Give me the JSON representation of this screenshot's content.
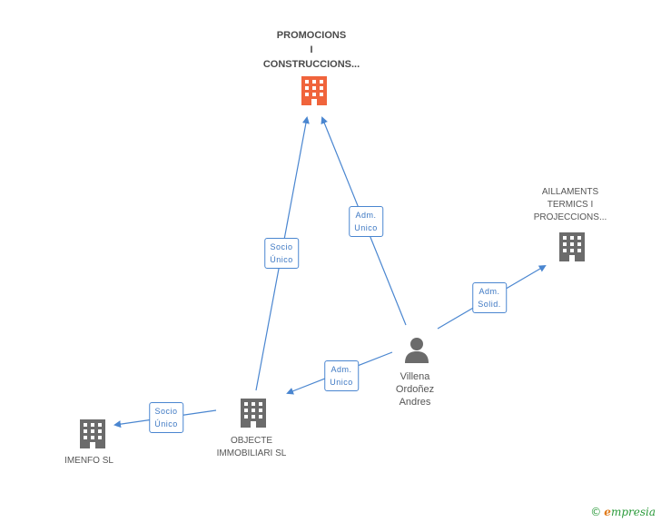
{
  "nodes": {
    "promocions": {
      "lines": [
        "PROMOCIONS",
        "I",
        "CONSTRUCCIONS..."
      ],
      "icon": "building-icon",
      "color": "#f0643c"
    },
    "aillaments": {
      "lines": [
        "AILLAMENTS",
        "TERMICS I",
        "PROJECCIONS..."
      ],
      "icon": "building-icon",
      "color": "#6b6b6b"
    },
    "objecte": {
      "lines": [
        "OBJECTE",
        "IMMOBILIARI SL"
      ],
      "icon": "building-icon",
      "color": "#6b6b6b"
    },
    "imenfo": {
      "lines": [
        "IMENFO SL"
      ],
      "icon": "building-icon",
      "color": "#6b6b6b"
    },
    "villena": {
      "lines": [
        "Villena",
        "Ordoñez",
        "Andres"
      ],
      "icon": "person-icon",
      "color": "#6b6b6b"
    }
  },
  "edges": {
    "objecte_promocions": [
      "Socio",
      "Único"
    ],
    "villena_promocions": [
      "Adm.",
      "Unico"
    ],
    "villena_aillaments": [
      "Adm.",
      "Solid."
    ],
    "villena_objecte": [
      "Adm.",
      "Unico"
    ],
    "objecte_imenfo": [
      "Socio",
      "Único"
    ]
  },
  "footer": {
    "copyright": "©",
    "brand_initial": "e",
    "brand_rest": "mpresia"
  },
  "colors": {
    "edge": "#4a86d0",
    "highlight": "#f0643c",
    "node": "#6b6b6b"
  }
}
